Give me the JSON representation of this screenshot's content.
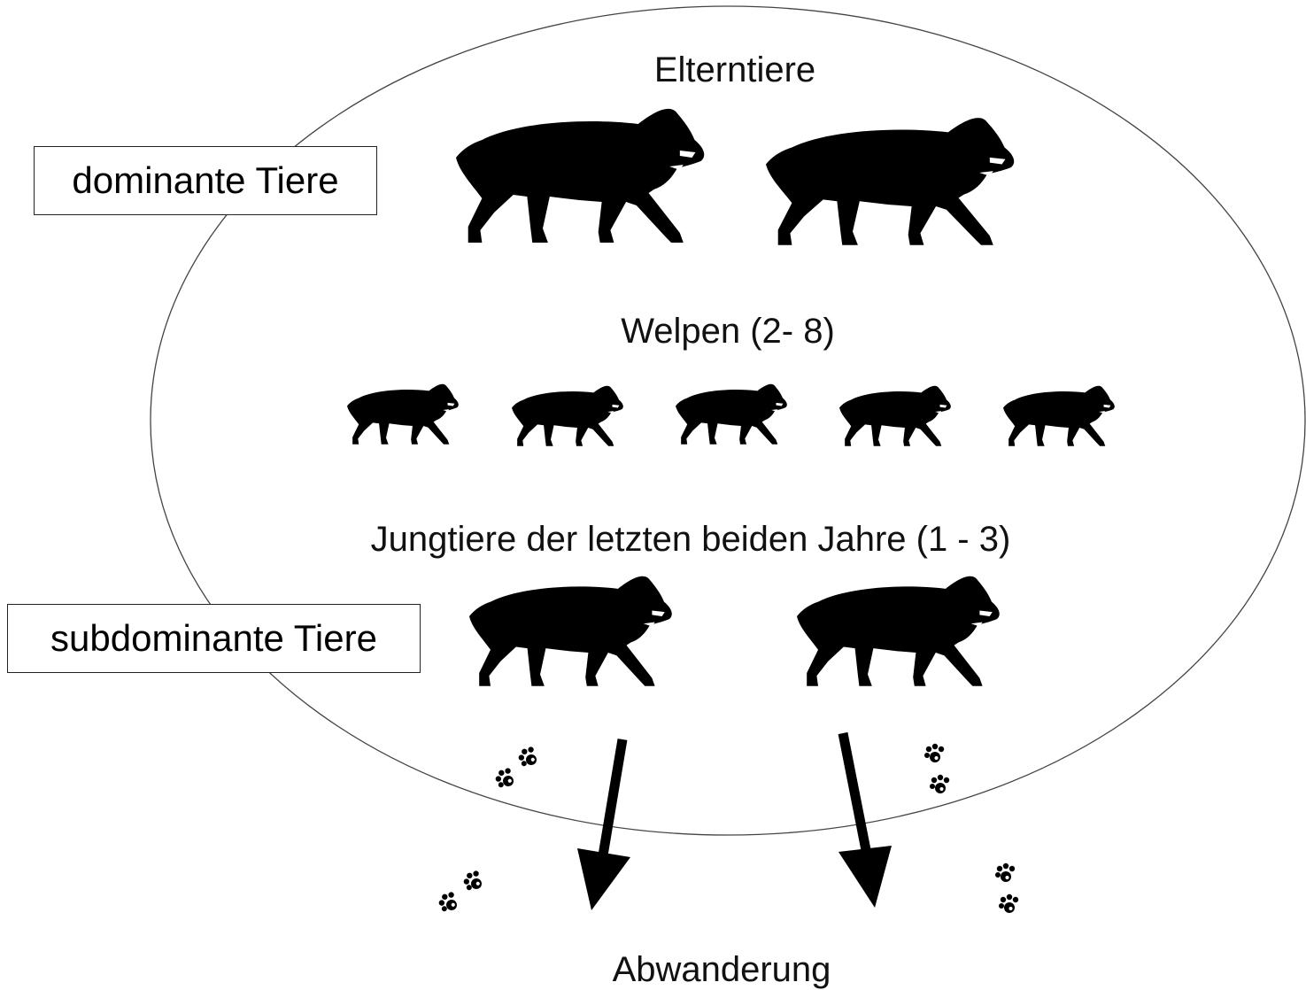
{
  "labels": {
    "parents": "Elterntiere",
    "pups": "Welpen (2- 8)",
    "yearlings": "Jungtiere der letzten beiden Jahre (1 - 3)",
    "dispersal": "Abwanderung"
  },
  "boxes": {
    "dominant": "dominante Tiere",
    "subdominant": "subdominante Tiere"
  },
  "icons": {
    "wolf": "wolf-silhouette-icon",
    "paw": "paw-print-icon",
    "arrow": "arrow-down-icon"
  },
  "colors": {
    "silhouette": "#000000",
    "outline": "#444444",
    "background": "#ffffff"
  }
}
